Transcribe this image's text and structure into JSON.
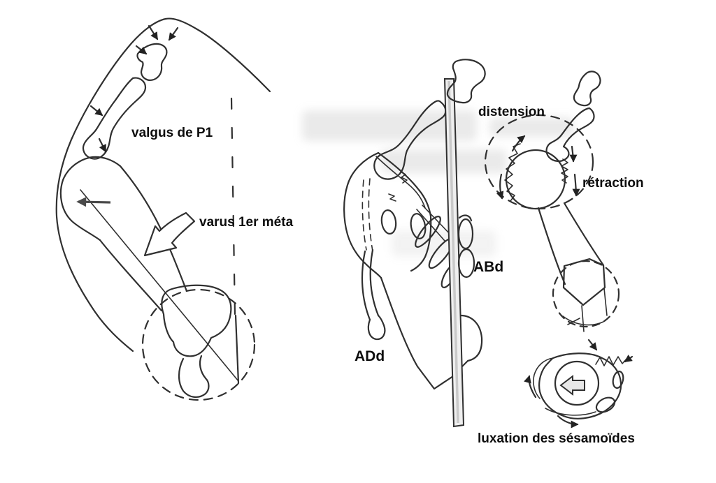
{
  "colors": {
    "background": "#ffffff",
    "ink": "#303030",
    "label_text": "#0d0d0d",
    "push_arrow_gray": "#4a4a4a",
    "rod_fill": "#efefef"
  },
  "left_panel": {
    "label_valgus": "valgus de P1",
    "label_varus": "varus 1er méta"
  },
  "middle_panel": {
    "label_abduction": "ABd",
    "label_adduction": "ADd"
  },
  "right_panel": {
    "label_distension": "distension",
    "label_retraction": "rétraction",
    "label_luxation": "luxation des sésamoïdes"
  }
}
